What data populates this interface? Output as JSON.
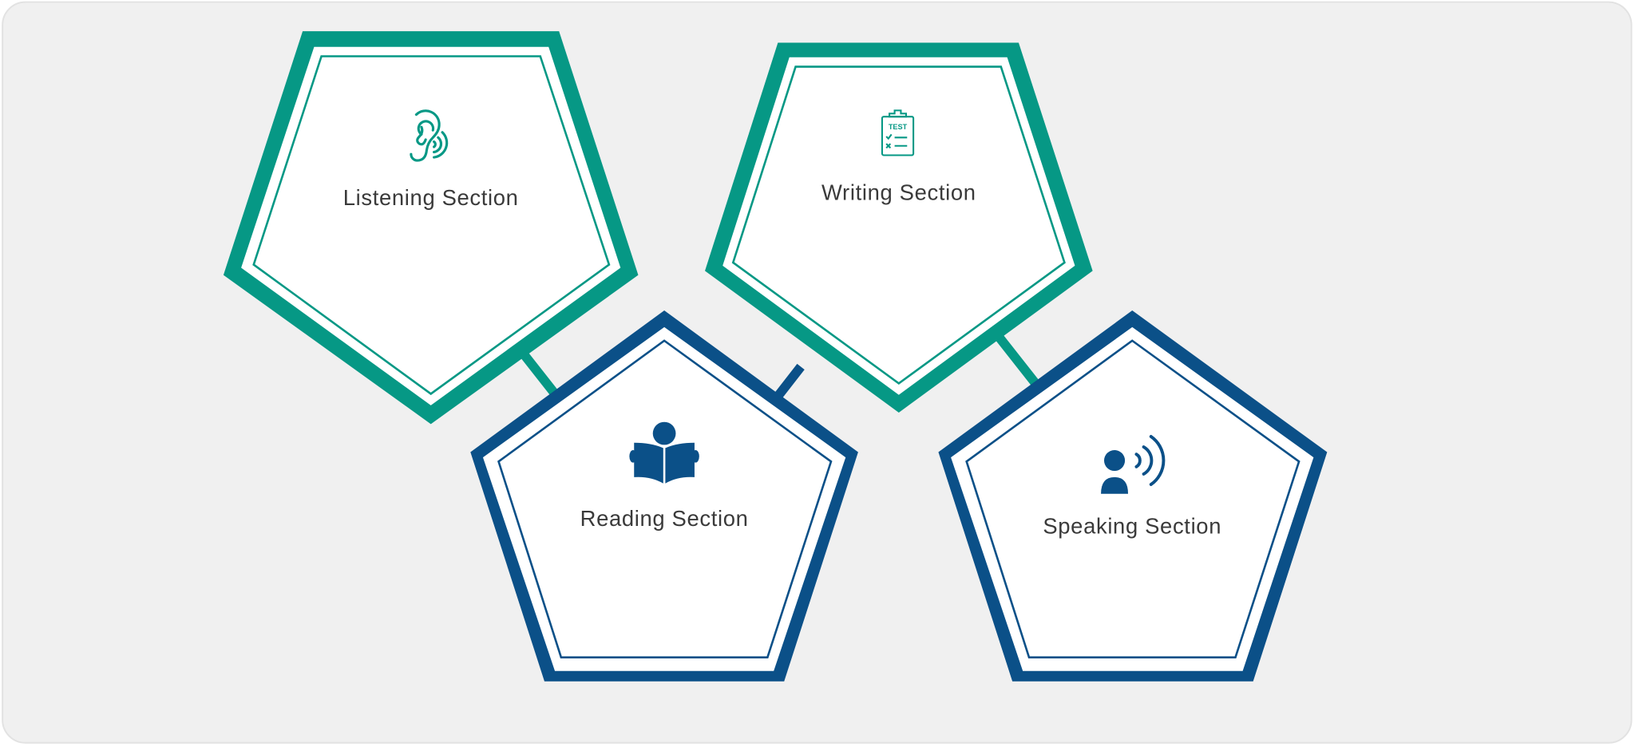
{
  "colors": {
    "teal": "#069885",
    "blue": "#0b5088",
    "background": "#f0f0f0",
    "text": "#3a3a3a"
  },
  "sections": [
    {
      "label": "Listening Section",
      "icon": "ear-icon",
      "color": "teal"
    },
    {
      "label": "Writing Section",
      "icon": "test-clipboard-icon",
      "color": "teal"
    },
    {
      "label": "Reading Section",
      "icon": "person-reading-book-icon",
      "color": "blue"
    },
    {
      "label": "Speaking Section",
      "icon": "person-speaking-icon",
      "color": "blue"
    }
  ]
}
